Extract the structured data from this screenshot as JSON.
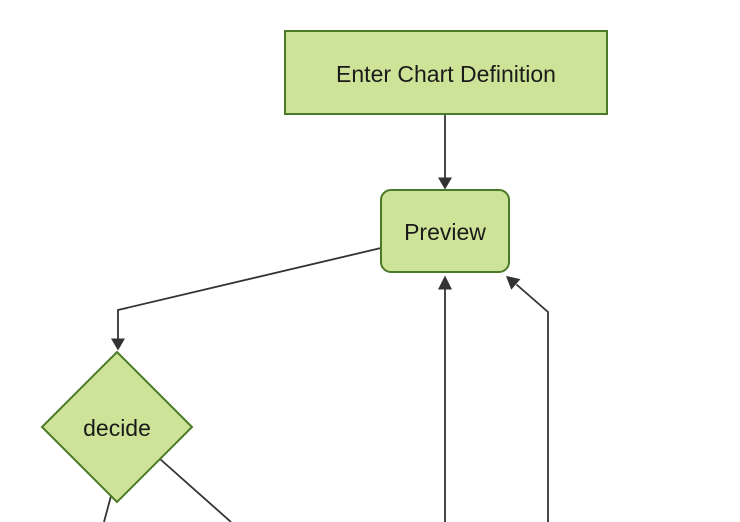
{
  "diagram": {
    "type": "flowchart",
    "direction": "top-down",
    "nodes": [
      {
        "id": "enter-chart-definition",
        "label": "Enter Chart Definition",
        "shape": "rectangle"
      },
      {
        "id": "preview",
        "label": "Preview",
        "shape": "rounded-rectangle"
      },
      {
        "id": "decide",
        "label": "decide",
        "shape": "diamond"
      }
    ],
    "edges": [
      {
        "from": "enter-chart-definition",
        "to": "preview",
        "has_arrowhead": true
      },
      {
        "from": "preview",
        "to": "decide",
        "has_arrowhead": true
      },
      {
        "from": "offscreen-bottom",
        "to": "preview",
        "has_arrowhead": true
      },
      {
        "from": "offscreen-bottom",
        "to": "preview",
        "has_arrowhead": true
      },
      {
        "from": "decide",
        "to": "offscreen-bottom",
        "has_arrowhead": false
      },
      {
        "from": "decide",
        "to": "offscreen-bottom",
        "has_arrowhead": false
      }
    ]
  },
  "colors": {
    "background": "#ffffff",
    "node_fill": "#cde498",
    "node_stroke": "#4a7a28",
    "edge_stroke": "#333333",
    "text": "#1a1a1a"
  }
}
